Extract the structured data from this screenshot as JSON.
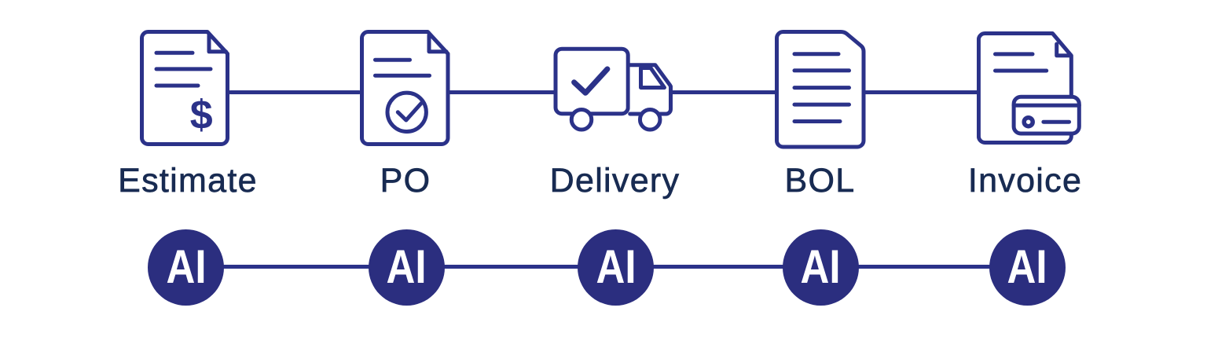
{
  "page": {
    "background": "#ffffff"
  },
  "colors": {
    "icon_stroke": "#2b3289",
    "connector_line": "#2b3289",
    "label_text": "#182b52",
    "ai_circle_fill": "#2b2e7f",
    "ai_text_color": "#ffffff"
  },
  "workflow": {
    "stages": [
      {
        "id": "estimate",
        "label": "Estimate",
        "icon": "document-dollar-icon"
      },
      {
        "id": "po",
        "label": "PO",
        "icon": "document-check-icon"
      },
      {
        "id": "delivery",
        "label": "Delivery",
        "icon": "delivery-truck-icon"
      },
      {
        "id": "bol",
        "label": "BOL",
        "icon": "document-lines-icon"
      },
      {
        "id": "invoice",
        "label": "Invoice",
        "icon": "document-card-icon"
      }
    ],
    "estimate_dollar_glyph": "$",
    "ai_badge_label": "AI"
  }
}
